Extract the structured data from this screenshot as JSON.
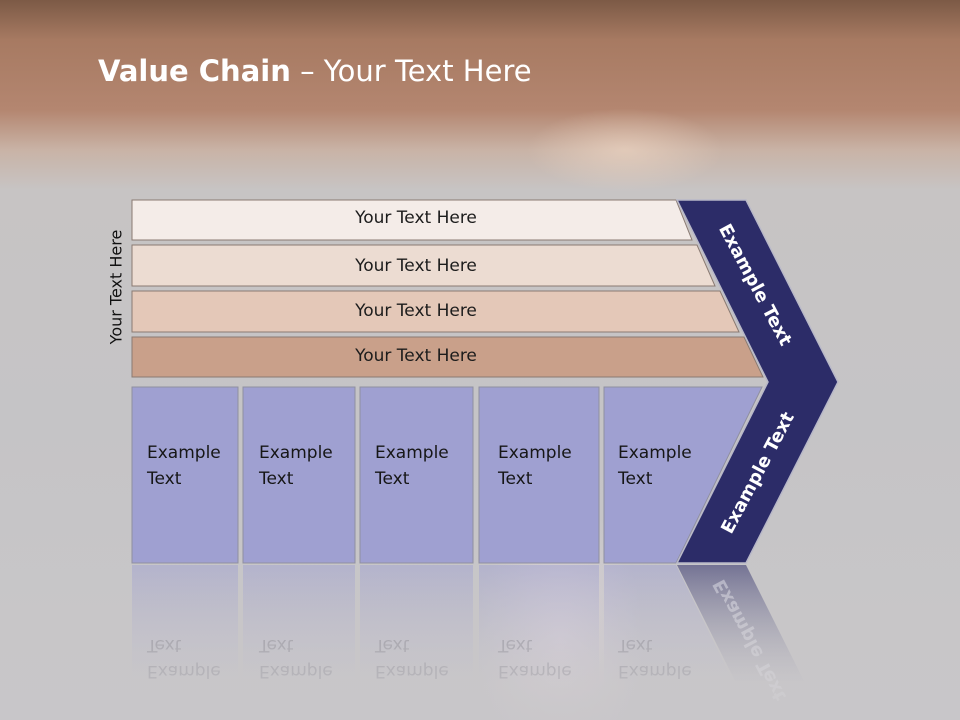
{
  "title": {
    "bold": "Value Chain",
    "rest": " – Your Text Here"
  },
  "side_label": "Your Text Here",
  "support_bars": [
    "Your Text Here",
    "Your Text Here",
    "Your Text Here",
    "Your Text Here"
  ],
  "primary_boxes": [
    {
      "line1": "Example",
      "line2": "Text"
    },
    {
      "line1": "Example",
      "line2": "Text"
    },
    {
      "line1": "Example",
      "line2": "Text"
    },
    {
      "line1": "Example",
      "line2": "Text"
    },
    {
      "line1": "Example",
      "line2": "Text"
    }
  ],
  "chevron": {
    "upper": "Example Text",
    "lower": "Example Text"
  },
  "colors": {
    "bar1": "#f4ece8",
    "bar2": "#ecdcd2",
    "bar3": "#e4c8b8",
    "bar4": "#c9a08a",
    "box": "#9fa0d1",
    "chevron": "#2c2c68"
  }
}
